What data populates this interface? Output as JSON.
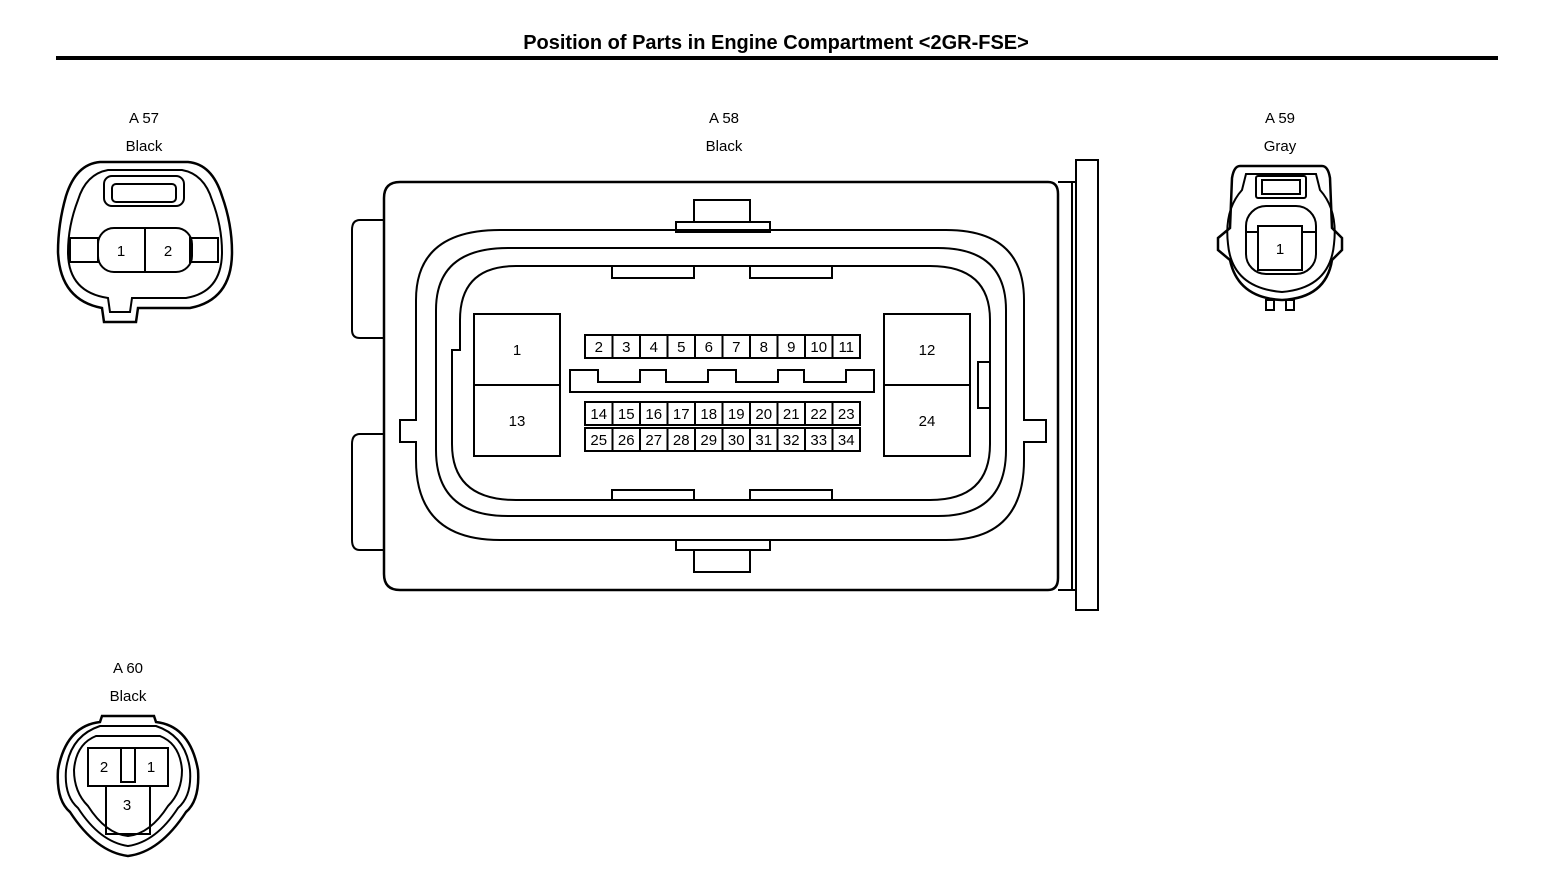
{
  "title": "Position of Parts in Engine Compartment <2GR-FSE>",
  "connectors": {
    "a57": {
      "code": "A 57",
      "color": "Black",
      "pins": [
        "1",
        "2"
      ]
    },
    "a58": {
      "code": "A 58",
      "color": "Black",
      "pins": [
        "1",
        "2",
        "3",
        "4",
        "5",
        "6",
        "7",
        "8",
        "9",
        "10",
        "11",
        "12",
        "13",
        "14",
        "15",
        "16",
        "17",
        "18",
        "19",
        "20",
        "21",
        "22",
        "23",
        "24",
        "25",
        "26",
        "27",
        "28",
        "29",
        "30",
        "31",
        "32",
        "33",
        "34"
      ]
    },
    "a59": {
      "code": "A 59",
      "color": "Gray",
      "pins": [
        "1"
      ]
    },
    "a60": {
      "code": "A 60",
      "color": "Black",
      "pins": [
        "1",
        "2",
        "3"
      ]
    }
  }
}
